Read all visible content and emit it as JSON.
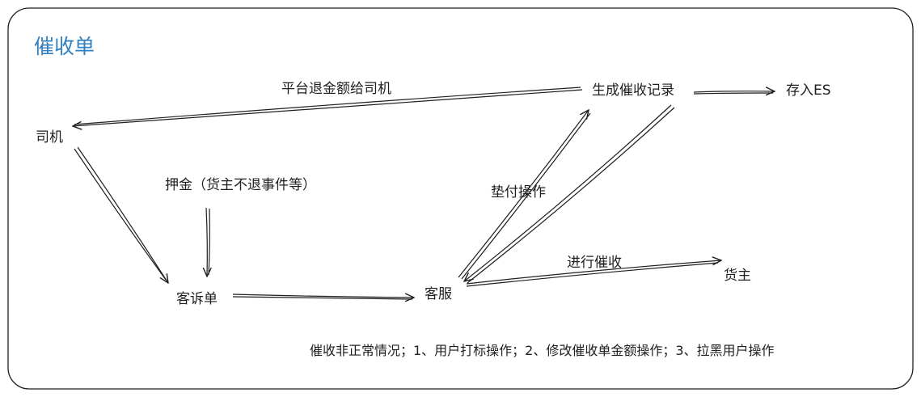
{
  "title": "催收单",
  "nodes": {
    "driver": "司机",
    "deposit": "押金（货主不退事件等）",
    "complaint": "客诉单",
    "service": "客服",
    "record": "生成催收记录",
    "es": "存入ES",
    "cargo_owner": "货主"
  },
  "edges": {
    "refund_driver": "平台退金额给司机",
    "advance_payment": "垫付操作",
    "do_collection": "进行催收"
  },
  "note": "催收非正常情况；1、用户打标操作；2、修改催收单金额操作；3、拉黑用户操作"
}
